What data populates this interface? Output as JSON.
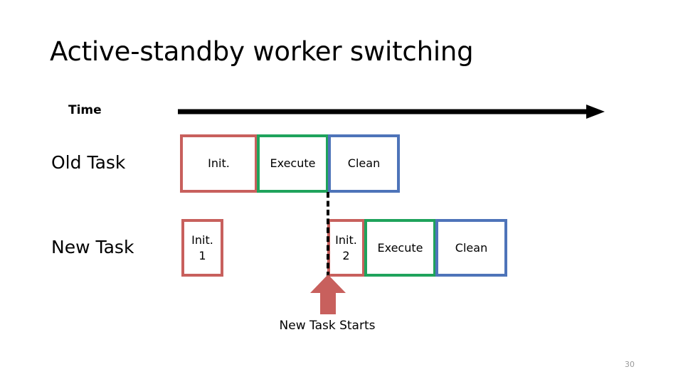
{
  "slide": {
    "title": "Active-standby worker switching",
    "page_number": "30"
  },
  "axis": {
    "label": "Time",
    "arrow_icon": "right-arrow-icon",
    "color": "#000000"
  },
  "rows": [
    {
      "label": "Old Task",
      "phases": [
        {
          "name": "old-init",
          "text": "Init.",
          "sub": "",
          "color": "#C8605D",
          "color_name": "red"
        },
        {
          "name": "old-execute",
          "text": "Execute",
          "sub": "",
          "color": "#1FA35C",
          "color_name": "green"
        },
        {
          "name": "old-clean",
          "text": "Clean",
          "sub": "",
          "color": "#4E74B9",
          "color_name": "blue"
        }
      ]
    },
    {
      "label": "New Task",
      "phases": [
        {
          "name": "new-init-1",
          "text": "Init.",
          "sub": "1",
          "color": "#C8605D",
          "color_name": "red"
        },
        {
          "name": "new-init-2",
          "text": "Init.",
          "sub": "2",
          "color": "#C8605D",
          "color_name": "red"
        },
        {
          "name": "new-execute",
          "text": "Execute",
          "sub": "",
          "color": "#1FA35C",
          "color_name": "green"
        },
        {
          "name": "new-clean",
          "text": "Clean",
          "sub": "",
          "color": "#4E74B9",
          "color_name": "blue"
        }
      ]
    }
  ],
  "switch_marker": {
    "caption": "New Task Starts",
    "arrow_icon": "up-arrow-icon",
    "arrow_color": "#C8605D",
    "line_style": "dashed",
    "line_color": "#000000"
  }
}
